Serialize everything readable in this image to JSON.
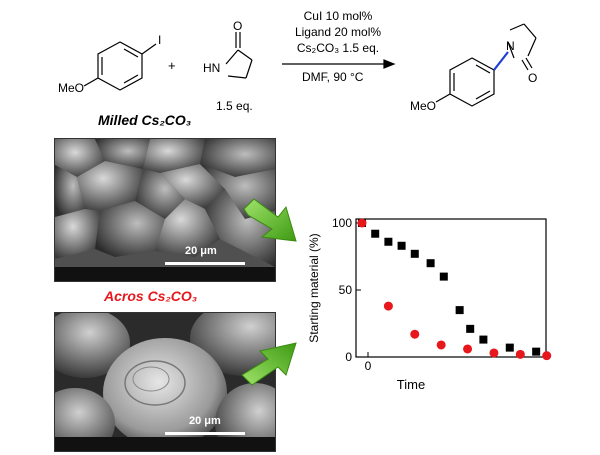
{
  "reaction": {
    "reactant1_substituent": "MeO",
    "reactant1_iodo": "I",
    "plus": "+",
    "reactant2_nh": "HN",
    "reactant2_o": "O",
    "reactant2_equiv": "1.5 eq.",
    "conditions": [
      "CuI 10 mol%",
      "Ligand 20 mol%",
      "Cs₂CO₃ 1.5 eq."
    ],
    "condition_below": "DMF, 90 °C",
    "product_substituent": "MeO",
    "product_n": "N",
    "product_o": "O"
  },
  "labels": {
    "milled": "Milled Cs₂CO₃",
    "acros": "Acros Cs₂CO₃",
    "milled_color": "#000000",
    "acros_color": "#e8171c"
  },
  "sem_images": {
    "top_scale": "20 μm",
    "bottom_scale": "20 μm"
  },
  "arrow_color": "#58c11e",
  "chart_data": {
    "type": "scatter",
    "xlabel": "Time",
    "ylabel": "Starting material (%)",
    "ylim": [
      0,
      100
    ],
    "xlim": [
      0,
      7.2
    ],
    "yticks": [
      0,
      50,
      100
    ],
    "xticks": [
      0
    ],
    "series": [
      {
        "color": "#000000",
        "marker": "square",
        "x": [
          0,
          0.5,
          1.0,
          1.5,
          2.0,
          2.6,
          3.1,
          3.7,
          4.1,
          4.6,
          5.6,
          6.6
        ],
        "y": [
          100,
          92,
          86,
          83,
          77,
          70,
          60,
          35,
          21,
          13,
          7,
          4
        ]
      },
      {
        "color": "#e8171c",
        "marker": "circle",
        "x": [
          0,
          1.0,
          2.0,
          3.0,
          4.0,
          5.0,
          6.0,
          7.0
        ],
        "y": [
          100,
          38,
          17,
          9,
          6,
          3,
          2,
          1
        ]
      }
    ]
  }
}
